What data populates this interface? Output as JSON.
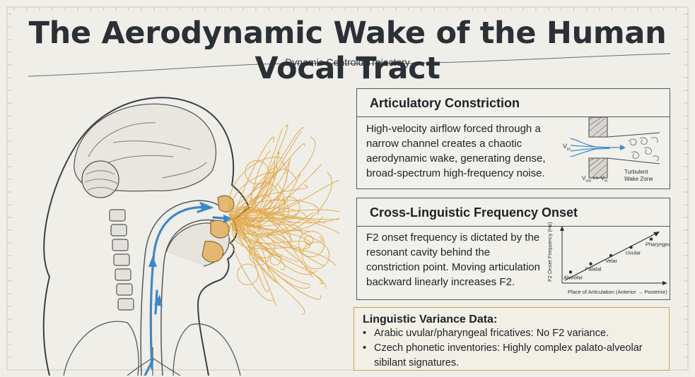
{
  "title": "The Aerodynamic Wake of the Human Vocal Tract",
  "subtitle": "Dynamic Centroid Trajectory",
  "panels": {
    "constriction": {
      "heading": "Articulatory Constriction",
      "body": [
        "High-velocity airflow forced through a",
        "narrow channel creates a chaotic",
        "aerodynamic wake, generating dense,",
        "broad-spectrum high-frequency noise."
      ],
      "diagram": {
        "vin": "V",
        "vin_sub": "in",
        "vout": "V",
        "vout_sub": "out",
        "compare": " >> V",
        "compare_sub": "in",
        "zone_line1": "Turbulent",
        "zone_line2": "Wake Zone"
      }
    },
    "onset": {
      "heading": "Cross-Linguistic Frequency Onset",
      "body": [
        "F2 onset frequency is dictated by the",
        "resonant cavity behind the",
        "constriction point. Moving articulation",
        "backward linearly increases F2."
      ]
    },
    "variance": {
      "heading": "Linguistic Variance Data:",
      "items": [
        "Arabic uvular/pharyngeal fricatives: No F2 variance.",
        "Czech phonetic inventories: Highly complex palato-alveolar",
        "sibilant signatures."
      ]
    }
  },
  "chart_data": {
    "type": "scatter",
    "title": "",
    "xlabel": "Place of Articulation (Anterior → Posterior)",
    "ylabel": "F2 Onset Frequency (Hz)",
    "categories": [
      "Alveolar",
      "Palatal",
      "Velar",
      "Uvular",
      "Pharyngeal"
    ],
    "values": [
      1,
      2,
      3,
      4,
      5
    ],
    "ylim": [
      0,
      6
    ],
    "trend": "linear increase",
    "grid": false
  },
  "colors": {
    "airflow": "#3f88c5",
    "wake": "#e0a23b",
    "ink": "#3c3f44",
    "variance_border": "#d4a24c"
  }
}
